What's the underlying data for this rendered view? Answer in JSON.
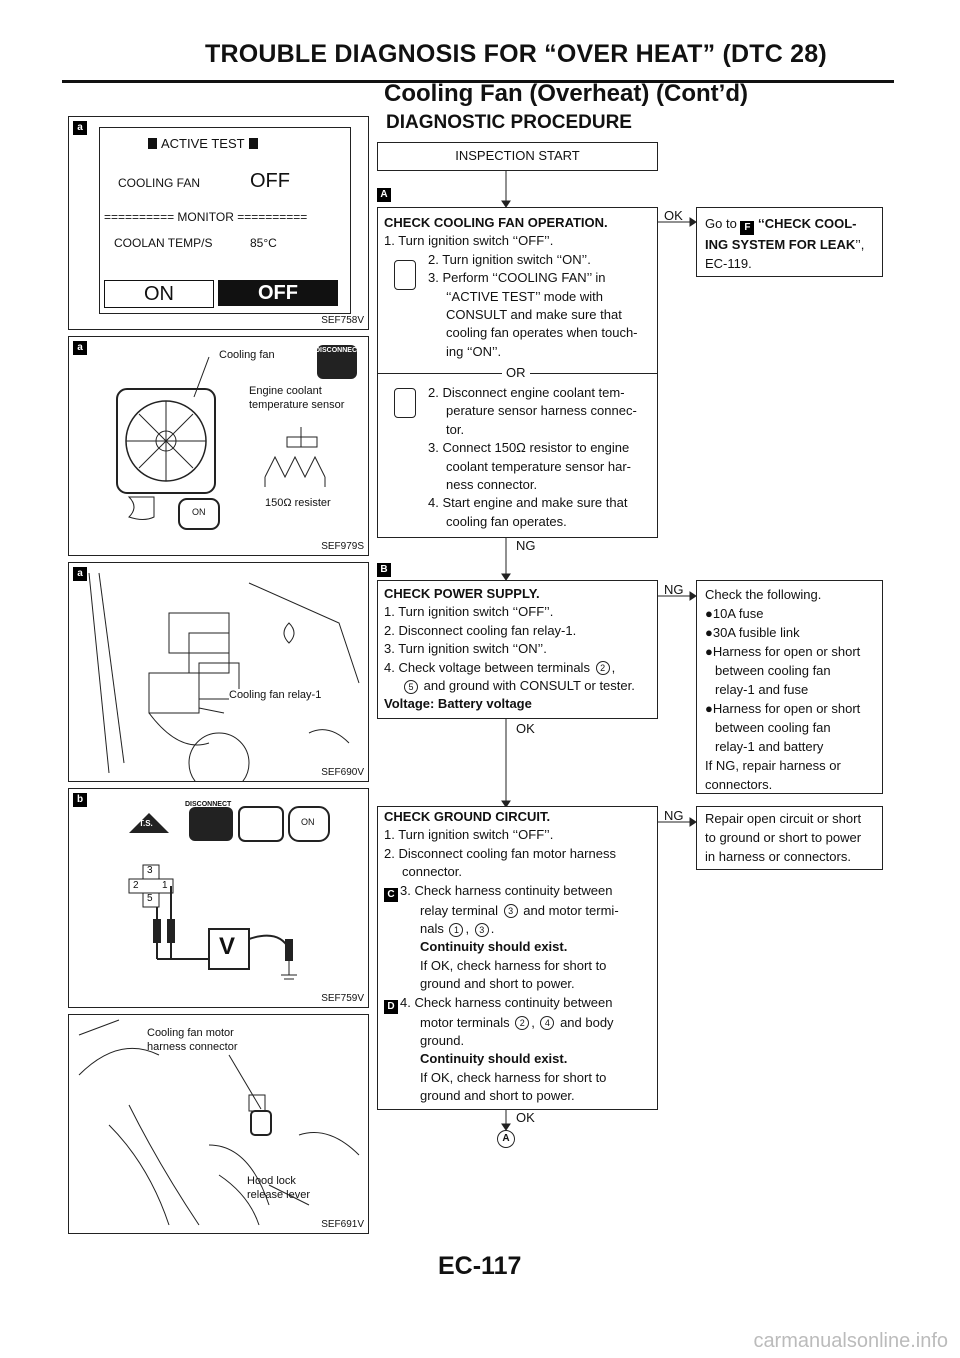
{
  "header": {
    "title": "TROUBLE DIAGNOSIS FOR “OVER HEAT” (DTC 28)",
    "subtitle": "Cooling Fan (Overheat) (Cont’d)"
  },
  "section_title": "DIAGNOSTIC PROCEDURE",
  "figures": {
    "f1": {
      "caption": "SEF758V",
      "active_test": "ACTIVE TEST",
      "item": "COOLING FAN",
      "state": "OFF",
      "monitor": "========== MONITOR ==========",
      "sensor": "COOLAN TEMP/S",
      "temp": "85°C",
      "btn_on": "ON",
      "btn_off": "OFF"
    },
    "f2": {
      "caption": "SEF979S",
      "label_fan": "Cooling fan",
      "label_sensor1": "Engine coolant",
      "label_sensor2": "temperature sensor",
      "label_resistor": "150Ω resister",
      "disconnect": "DISCONNECT",
      "on": "ON"
    },
    "f3": {
      "caption": "SEF690V",
      "label": "Cooling fan relay-1"
    },
    "f4": {
      "caption": "SEF759V",
      "disconnect": "DISCONNECT",
      "ts": "T.S.",
      "on": "ON",
      "t3": "3",
      "t2": "2",
      "t1": "1",
      "t5": "5",
      "meter": "V"
    },
    "f5": {
      "caption": "SEF691V",
      "label1": "Cooling fan motor",
      "label2": "harness connector",
      "label3": "Hood lock",
      "label4": "release lever"
    }
  },
  "flow": {
    "start": "INSPECTION START",
    "step1": {
      "title": "CHECK COOLING FAN OPERATION.",
      "l1": "1. Turn ignition switch ‘‘OFF’’.",
      "l2": "2. Turn ignition switch ‘‘ON’’.",
      "l3": "3. Perform ‘‘COOLING FAN’’ in",
      "l4": "‘‘ACTIVE TEST’’ mode with",
      "l5": "CONSULT and make sure that",
      "l6": "cooling fan operates when touch-",
      "l7": "ing ‘‘ON’’.",
      "or": "OR",
      "m1": "2. Disconnect engine coolant tem-",
      "m2": "perature sensor harness connec-",
      "m3": "tor.",
      "m4": "3. Connect 150Ω resistor to engine",
      "m5": "coolant temperature sensor har-",
      "m6": "ness connector.",
      "m7": "4. Start engine and make sure that",
      "m8": "cooling fan operates."
    },
    "ok1": "OK",
    "res1": {
      "prefix": "Go to",
      "link": "‘‘CHECK COOL-",
      "link2": "ING SYSTEM FOR LEAK",
      "suffix": "’’,",
      "page": "EC-119."
    },
    "ng1": "NG",
    "step2": {
      "title": "CHECK POWER SUPPLY.",
      "l1": "1. Turn ignition switch ‘‘OFF’’.",
      "l2": "2. Disconnect cooling fan relay-1.",
      "l3": "3. Turn ignition switch ‘‘ON’’.",
      "l4": "4. Check voltage between terminals",
      "t2": "2",
      "t5": "5",
      "l5": "and ground with CONSULT or tester.",
      "l6": "Voltage: Battery voltage"
    },
    "ng2": "NG",
    "res2": {
      "head": "Check the following.",
      "b1": "10A fuse",
      "b2": "30A fusible link",
      "b3": "Harness for open or short",
      "b3b": "between cooling fan",
      "b3c": "relay-1 and fuse",
      "b4": "Harness for open or short",
      "b4b": "between cooling fan",
      "b4c": "relay-1 and battery",
      "tail1": "If NG, repair harness or",
      "tail2": "connectors."
    },
    "ok2": "OK",
    "step3": {
      "title": "CHECK GROUND CIRCUIT.",
      "l1": "1. Turn ignition switch ‘‘OFF’’.",
      "l2": "2. Disconnect cooling fan motor harness",
      "l3": "connector.",
      "l4": "3. Check harness continuity between",
      "l5a": "relay terminal",
      "t3": "3",
      "l5b": "and motor termi-",
      "l6a": "nals",
      "t1": "1",
      "t3b": "3",
      "l7": "Continuity should exist.",
      "l8": "If OK, check harness for short to",
      "l9": "ground and short to power.",
      "l10": "4. Check harness continuity between",
      "l11a": "motor terminals",
      "t2": "2",
      "t4": "4",
      "l11b": "and body",
      "l12": "ground.",
      "l13": "Continuity should exist.",
      "l14": "If OK, check harness for short to",
      "l15": "ground and short to power."
    },
    "ng3": "NG",
    "res3": {
      "l1": "Repair open circuit or short",
      "l2": "to ground or short to power",
      "l3": "in harness or connectors."
    },
    "ok3": "OK",
    "goto": "A"
  },
  "page_number": "EC-117",
  "watermark": "carmanualsonline.info"
}
